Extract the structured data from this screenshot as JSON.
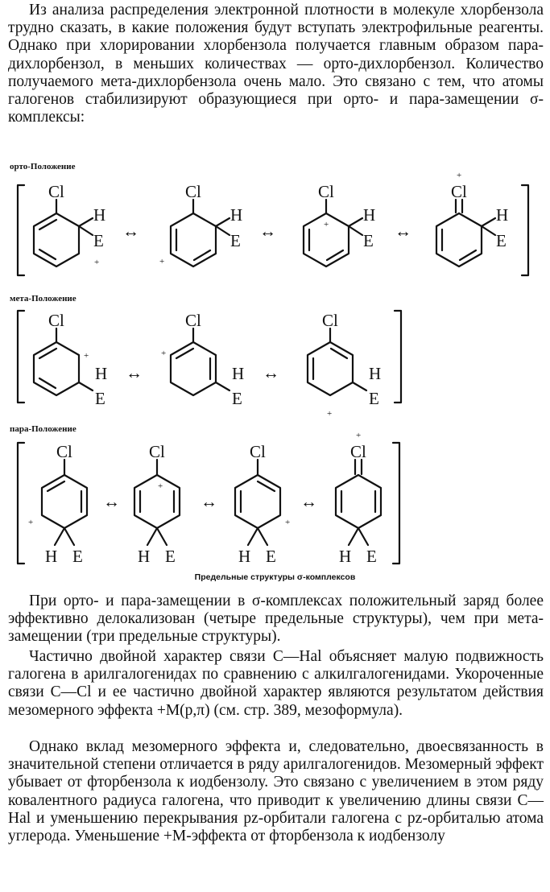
{
  "paragraphs": {
    "p1": "Из анализа распределения электронной плотности в молекуле хлорбензола трудно сказать, в какие положения будут вступать электрофильные реагенты. Однако при хлорировании хлорбензола получается главным образом пара-дихлорбензол, в меньших количествах — орто-дихлорбензол. Количество получаемого мета-дихлорбензола очень мало. Это связано с тем, что атомы галогенов стабилизируют образующиеся при орто- и пара-замещении σ-комплексы:",
    "p2": "При орто- и пара-замещении в σ-комплексах положительный заряд более эффективно делокализован (четыре предельные структуры), чем при мета-замещении (три предельные структуры).",
    "p3": "Частично двойной характер связи C—Hal объясняет малую подвижность галогена в арилгалогенидах по сравнению с алкилгалогенидами. Укороченные связи C—Cl и ее частично двойной характер являются результатом действия мезомерного эффекта +M(p,π) (см. стр. 389, мезоформула).",
    "p4": "Однако вклад мезомерного эффекта и, следовательно, двоесвязанность в значительной степени отличается в ряду арилгалогенидов. Мезомерный эффект убывает от фторбензола к иодбензолу. Это связано с увеличением в этом ряду ковалентного радиуса галогена, что приводит к увеличению длины связи C—Hal и уменьшению перекрывания pz-орбитали галогена с pz-орбиталью атома углерода. Уменьшение +M-эффекта от фторбензола к иодбензолу"
  },
  "diagram": {
    "labels": {
      "ortho": "орто-Положение",
      "meta": "мета-Положение",
      "para": "пара-Положение"
    },
    "atoms": {
      "cl": "Cl",
      "h": "H",
      "e": "E",
      "plus": "+",
      "arrow": "↔"
    },
    "caption": "Предельные структуры σ-комплексов"
  }
}
